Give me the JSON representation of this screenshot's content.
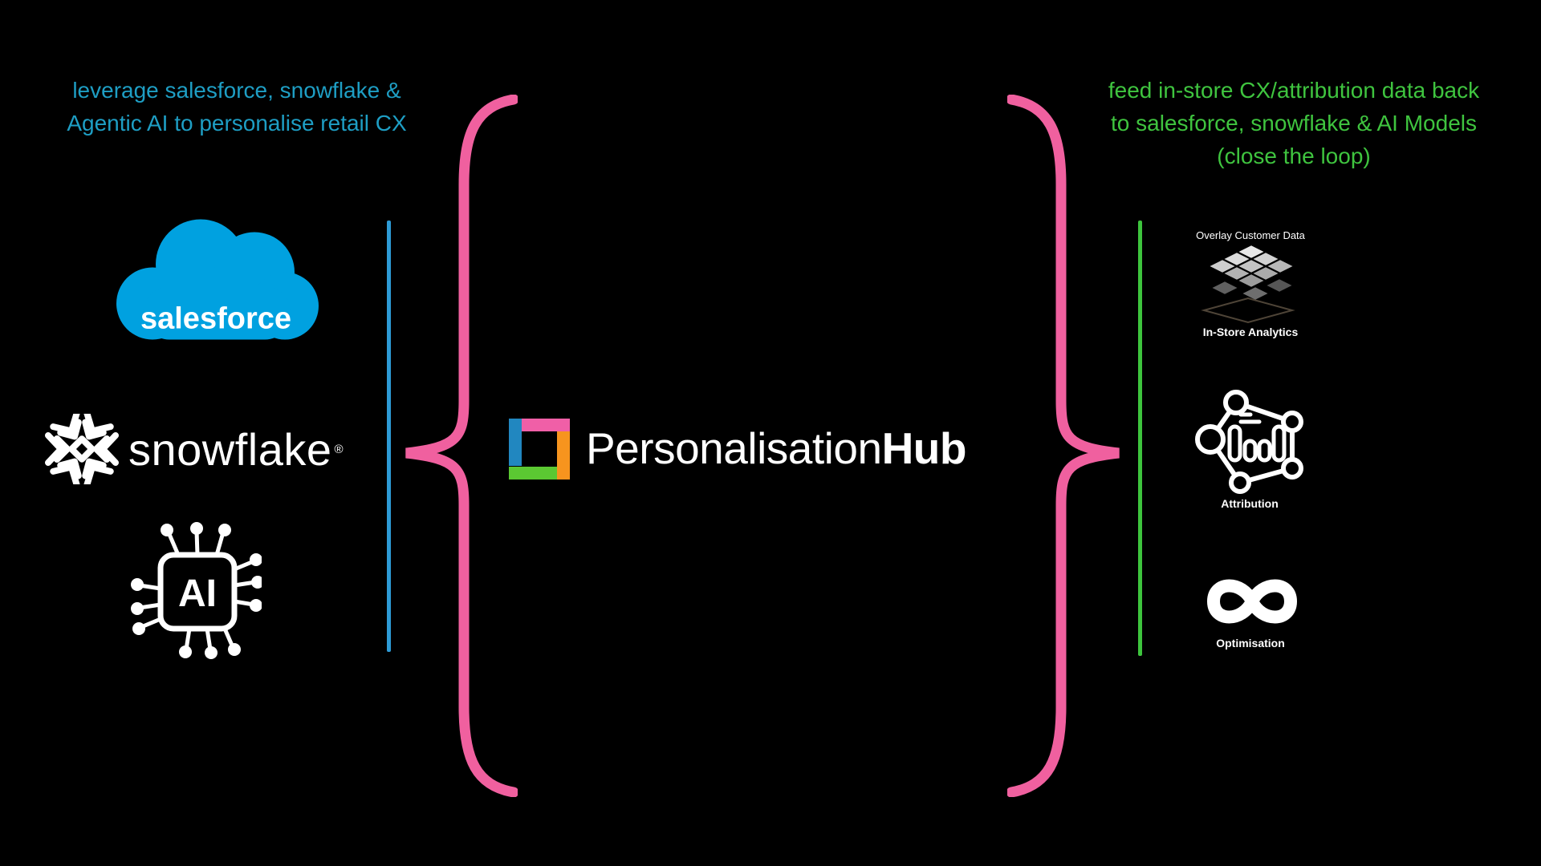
{
  "colors": {
    "bg": "#000000",
    "note-blue": "#1E9EC4",
    "note-green": "#3FC43F",
    "brace-pink": "#F0609F",
    "line-blue": "#2E9BD6",
    "line-green": "#3DC43D",
    "salesforce-blue": "#00A1E0",
    "logo-blue": "#2187C0",
    "logo-pink": "#F05FA7",
    "logo-orange": "#F7941E",
    "logo-green": "#5BC832"
  },
  "left_note": {
    "line1": "leverage salesforce, snowflake &",
    "line2": "Agentic AI to personalise retail CX"
  },
  "right_note": {
    "line1": "feed in-store CX/attribution data back",
    "line2": "to salesforce, snowflake & AI Models",
    "line3": "(close the loop)"
  },
  "sources": {
    "salesforce_label": "salesforce",
    "snowflake_label": "snowflake",
    "snowflake_registered": "®",
    "ai_label": "AI"
  },
  "hub": {
    "title_regular": "Personalisation",
    "title_bold": "Hub"
  },
  "outputs": {
    "overlay_label": "Overlay Customer Data",
    "analytics_label": "In-Store Analytics",
    "attribution_label": "Attribution",
    "optimisation_label": "Optimisation"
  }
}
